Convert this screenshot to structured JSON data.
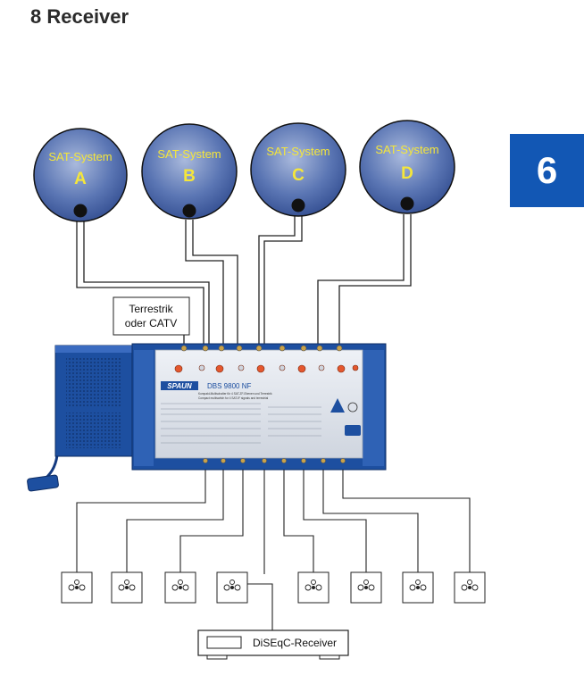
{
  "page": {
    "title": "8 Receiver",
    "chapter": "6"
  },
  "dishes": [
    {
      "system_label": "SAT-System",
      "letter": "A"
    },
    {
      "system_label": "SAT-System",
      "letter": "B"
    },
    {
      "system_label": "SAT-System",
      "letter": "C"
    },
    {
      "system_label": "SAT-System",
      "letter": "D"
    }
  ],
  "terrestrial_box": {
    "line1": "Terrestrik",
    "line2": "oder CATV"
  },
  "multiswitch": {
    "brand": "SPAUN",
    "model": "DBS 9800 NF",
    "description_line1": "Kompakt-Multischalter für 4 SAT-ZF-Ebenen und Terrestrik",
    "description_line2": "Compact multiswitch for 4 SAT-IF signals and terrestrial"
  },
  "receiver": {
    "label": "DiSEqC-Receiver"
  },
  "outlets_count": 8,
  "colors": {
    "chapter_tab": "#1257b4",
    "dish_fill": "#5b76b4",
    "dish_text": "#f5e63a",
    "multiswitch_body": "#1d4fa0",
    "faceplate": "#dfe3ea",
    "cable": "#222222"
  }
}
